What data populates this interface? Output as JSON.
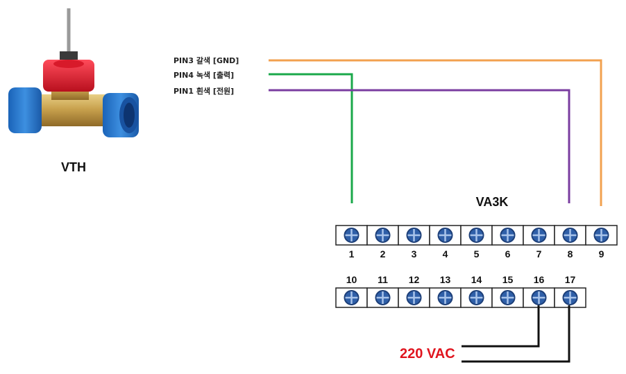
{
  "sensor": {
    "name": "VTH"
  },
  "controller": {
    "name": "VA3K"
  },
  "pins": [
    {
      "label": "PIN3 갈색 [GND]",
      "color": "#f2a14f",
      "terminal": "9"
    },
    {
      "label": "PIN4 녹색 [출력]",
      "color": "#1aa84a",
      "terminal": "1"
    },
    {
      "label": "PIN1 흰색 [전원]",
      "color": "#7a3da0",
      "terminal": "8"
    }
  ],
  "terminals_top": [
    "1",
    "2",
    "3",
    "4",
    "5",
    "6",
    "7",
    "8",
    "9"
  ],
  "terminals_bottom": [
    "10",
    "11",
    "12",
    "13",
    "14",
    "15",
    "16",
    "17"
  ],
  "power": {
    "label": "220 VAC",
    "color": "#e0141e",
    "terminals": [
      "16",
      "17"
    ]
  },
  "colors": {
    "screw": "#2f5fa8",
    "screw_rim": "#1d3f78"
  }
}
